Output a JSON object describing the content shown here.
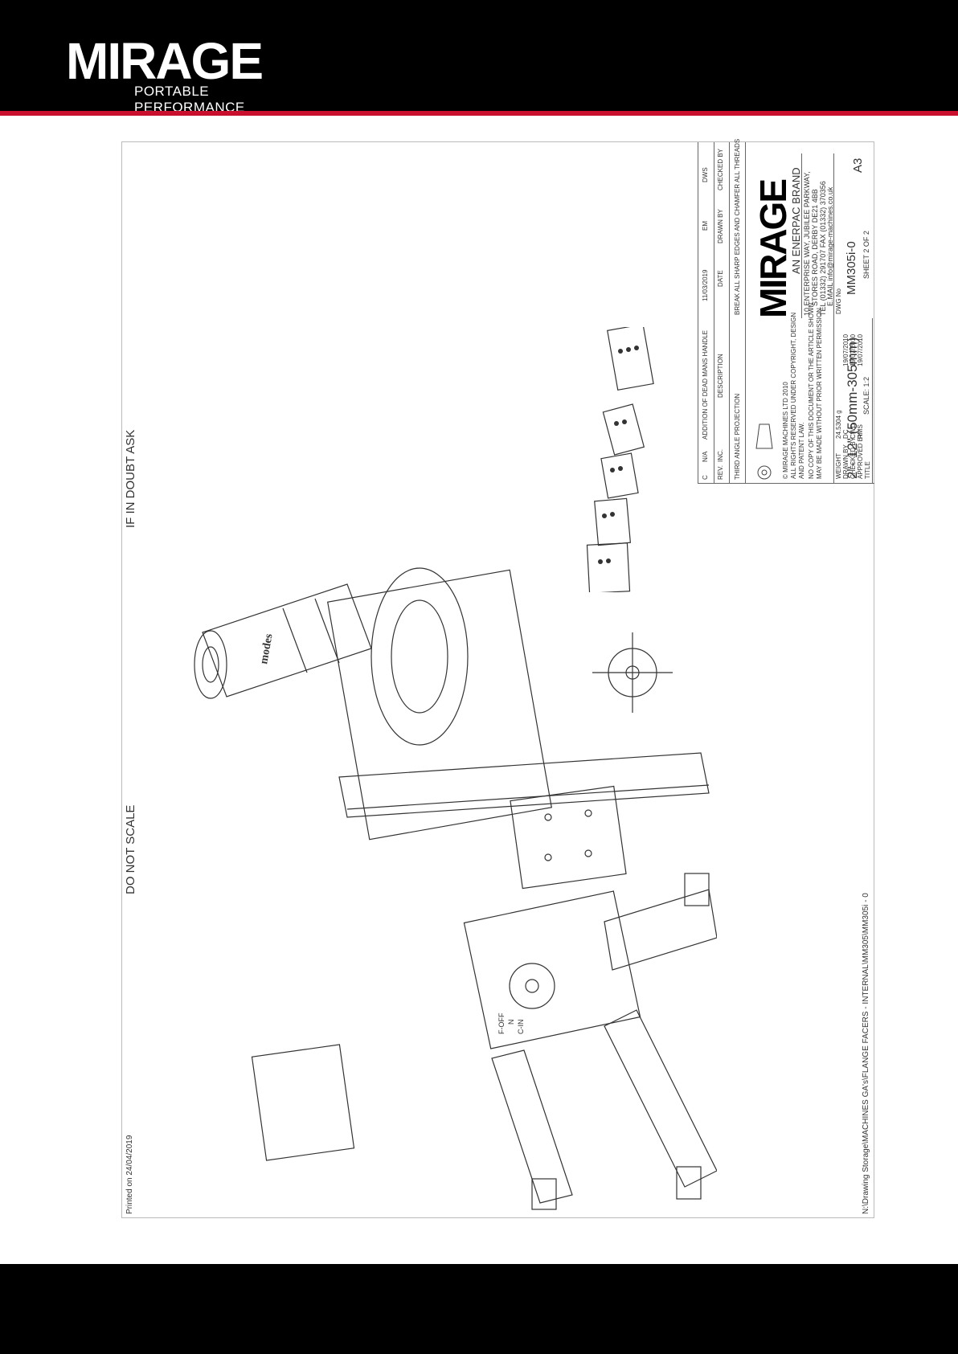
{
  "header": {
    "logo_text": "MIRAGE",
    "logo_subtitle": "PORTABLE PERFORMANCE"
  },
  "sheet": {
    "printed_on": "Printed on 24/04/2019",
    "do_not_scale": "DO NOT SCALE",
    "if_in_doubt": "IF IN DOUBT ASK",
    "file_path": "N:\\Drawing Storage\\MACHINES GA's\\FLANGE FACERS - INTERNAL\\MM305\\MM305i - 0"
  },
  "title_block": {
    "revision": {
      "rev": "C",
      "inc": "N/A",
      "description": "ADDITION OF DEAD MANS HANDLE",
      "date": "11/03/2019",
      "drawn_by": "EM",
      "checked_by": "DWS"
    },
    "revision_headers": {
      "rev": "REV.",
      "inc": "INC.",
      "description": "DESCRIPTION",
      "date": "DATE",
      "drawn_by": "DRAWN BY",
      "checked_by": "CHECKED BY"
    },
    "edges_note": "BREAK ALL SHARP EDGES AND CHAMFER ALL THREADS",
    "projection": "THIRD ANGLE PROJECTION",
    "copyright_1": "© MIRAGE MACHINES LTD 2010",
    "copyright_2": "ALL RIGHTS RESERVED UNDER COPYRIGHT, DESIGN",
    "copyright_3": "AND PATENT LAW.",
    "copyright_4": "NO COPY OF THIS DOCUMENT OR THE ARTICLE SHOWN",
    "copyright_5": "MAY BE MADE WITHOUT PRIOR WRITTEN PERMISSION",
    "weight_label": "WEIGHT",
    "weight_value": "24.5304 g",
    "drawn_label": "DRAWN BY",
    "drawn_value": "DC",
    "drawn_date": "19/07/2010",
    "checked_label": "CHECKED BY",
    "checked_value": "CWD",
    "checked_date": "19/07/2010",
    "approved_label": "APPROVED BY",
    "approved_value": "RMS",
    "approved_date": "19/07/2010",
    "title_label": "TITLE",
    "title": "2\"- 12\" (50mm-305mm)",
    "scale": "SCALE: 1:2",
    "brand": "MIRAGE",
    "brand_sub": "AN ENERPAC BRAND",
    "address_1": "10 ENTERPRISE WAY, JUBILEE PARKWAY,",
    "address_2": "STORES ROAD, DERBY DE21 4BB",
    "address_3": "TEL (01332) 291707   FAX (01332) 370356",
    "address_4": "E.MAIL info@mirage-machines.co.uk",
    "dwg_label": "DWG No",
    "dwg_no": "MM305i-0",
    "sheet": "SHEET 2 OF 2",
    "size": "A3"
  },
  "drawing_labels": {
    "tool_brand": "modes",
    "gear_f": "F-OFF",
    "gear_n": "N",
    "gear_c": "C-IN"
  }
}
